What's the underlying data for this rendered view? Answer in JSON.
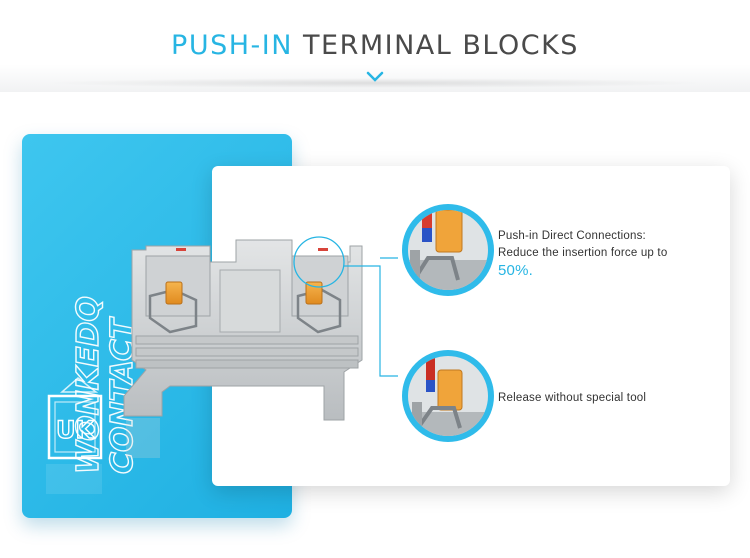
{
  "header": {
    "title_accent": "PUSH-IN",
    "title_rest": " TERMINAL BLOCKS"
  },
  "brand": {
    "line1": "WONKEDQ",
    "line2": "CONTACT",
    "logo_text": "UK"
  },
  "features": [
    {
      "line1": "Push-in Direct Connections:",
      "line2": "Reduce the insertion force up to",
      "highlight": "50%."
    },
    {
      "line1": "Release without special tool"
    }
  ],
  "colors": {
    "accent": "#27b5e3",
    "panel": "#2fbbea",
    "orange": "#f0a43a",
    "grey": "#cfd2d4"
  }
}
